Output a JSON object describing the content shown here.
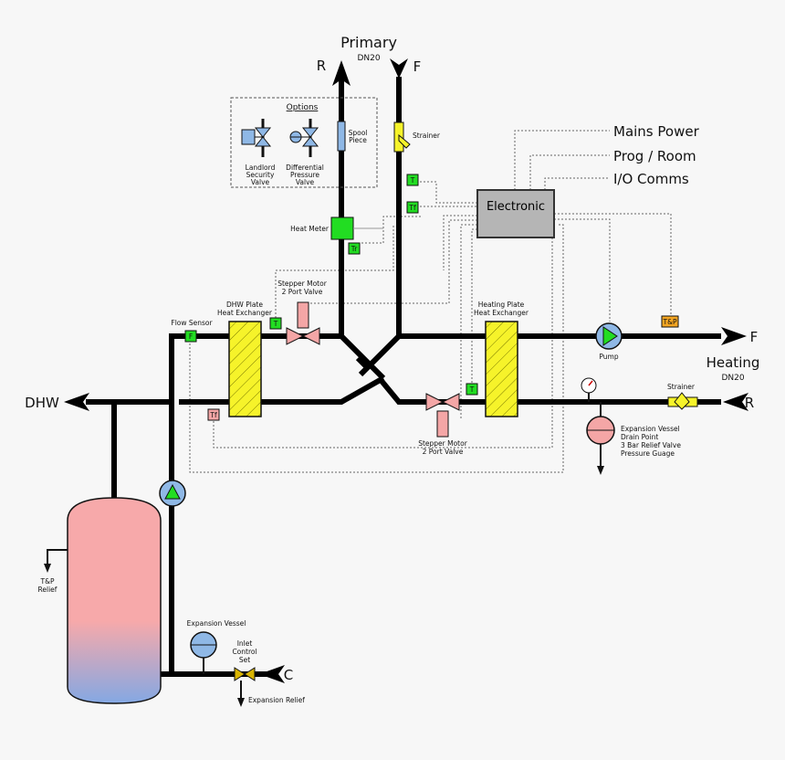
{
  "primary": {
    "title": "Primary",
    "size": "DN20",
    "return": "R",
    "flow": "F"
  },
  "heating": {
    "title": "Heating",
    "size": "DN20",
    "flow": "F",
    "return": "R"
  },
  "dhw": {
    "label": "DHW"
  },
  "cold": {
    "label": "C"
  },
  "options": {
    "title": "Options",
    "landlord_valve": [
      "Landlord",
      "Security",
      "Valve"
    ],
    "diff_valve": [
      "Differential",
      "Pressure",
      "Valve"
    ]
  },
  "spool_piece": [
    "Spool",
    "Piece"
  ],
  "strainer_primary": "Strainer",
  "strainer_heating": "Strainer",
  "heat_meter": "Heat Meter",
  "electronic": "Electronic",
  "inputs": {
    "mains": "Mains Power",
    "prog": "Prog / Room",
    "io": "I/O Comms"
  },
  "flow_sensor": "Flow Sensor",
  "dhw_hx": [
    "DHW Plate",
    "Heat Exchanger"
  ],
  "heating_hx": [
    "Heating Plate",
    "Heat Exchanger"
  ],
  "stepper_top": [
    "Stepper Motor",
    "2 Port Valve"
  ],
  "stepper_bottom": [
    "Stepper Motor",
    "2 Port Valve"
  ],
  "pump_label": "Pump",
  "expansion_heating": [
    "Expansion Vessel",
    "Drain Point",
    "3 Bar Relief Valve",
    "Pressure Guage"
  ],
  "tp_relief": [
    "T&P",
    "Relief"
  ],
  "expansion_vessel": "Expansion Vessel",
  "inlet_control": [
    "Inlet",
    "Control",
    "Set"
  ],
  "expansion_relief": "Expansion Relief",
  "sensors": {
    "t": "T",
    "tf": "Tf",
    "tr": "Tr",
    "tp": "T&P",
    "f": "F"
  },
  "colors": {
    "pipe": "#000000",
    "hx_fill": "#f6f32a",
    "valve": "#f4a6a6",
    "sensor": "#22dd22",
    "pump": "#8fb8e6",
    "pump_arrow": "#22dd22",
    "tp_box": "#f5a623",
    "tank_top": "#f7a9aa",
    "tank_bottom": "#84a8e3",
    "electronic": "#b5b5b5"
  }
}
